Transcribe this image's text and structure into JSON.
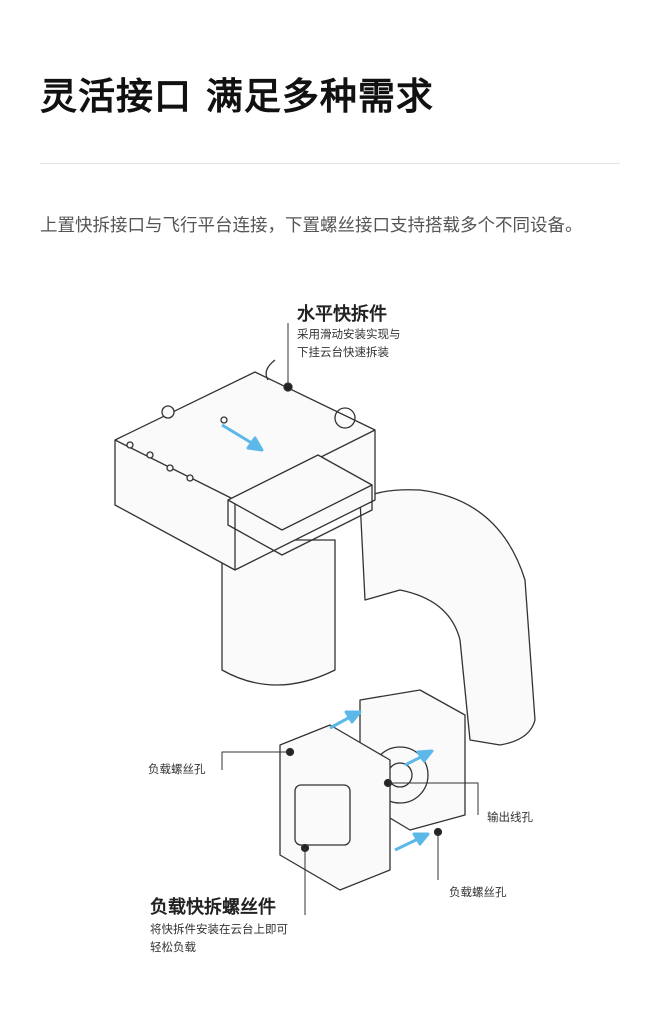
{
  "header": {
    "title": "灵活接口 满足多种需求",
    "subtitle": "上置快拆接口与飞行平台连接，下置螺丝接口支持搭载多个不同设备。"
  },
  "callouts": {
    "top": {
      "title": "水平快拆件",
      "desc_line1": "采用滑动安装实现与",
      "desc_line2": "下挂云台快速拆装"
    },
    "left_screw": {
      "label": "负载螺丝孔"
    },
    "output": {
      "label": "输出线孔"
    },
    "right_screw": {
      "label": "负载螺丝孔"
    },
    "bottom": {
      "title": "负载快拆螺丝件",
      "desc_line1": "将快拆件安装在云台上即可",
      "desc_line2": "轻松负载"
    }
  },
  "colors": {
    "arrow": "#5bb8e8",
    "line": "#333333",
    "fill": "#fafafa"
  }
}
